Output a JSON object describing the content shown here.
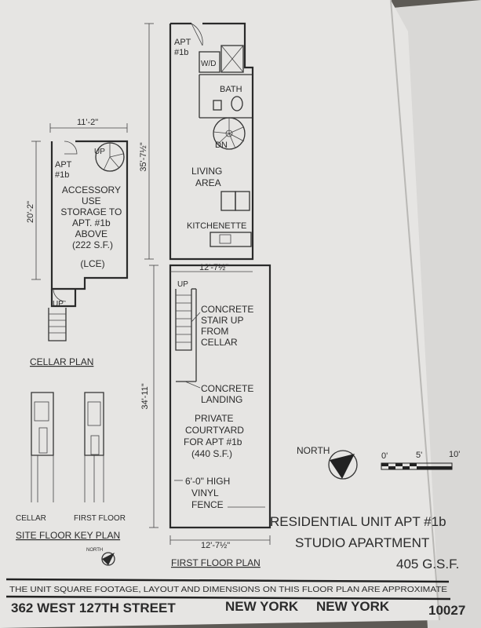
{
  "first_floor": {
    "apt": [
      "APT",
      "#1b"
    ],
    "wd": "W/D",
    "bath": "BATH",
    "dn": "DN",
    "living": [
      "LIVING",
      "AREA"
    ],
    "kitchenette": "KITCHENETTE",
    "height_dim": "35'-7½\"",
    "width_dim": "12'-7½\"",
    "up": "UP",
    "stair_note": [
      "CONCRETE",
      "STAIR UP",
      "FROM",
      "CELLAR"
    ],
    "landing_note": [
      "CONCRETE",
      "LANDING"
    ],
    "courtyard_note": [
      "PRIVATE",
      "COURTYARD",
      "FOR APT #1b",
      "(440 S.F.)"
    ],
    "courtyard_dim": "34'-11\"",
    "fence_note": [
      "6'-0\" HIGH",
      "VINYL",
      "FENCE"
    ],
    "bottom_width_dim": "12'-7½\"",
    "title": "FIRST FLOOR PLAN"
  },
  "cellar": {
    "width_dim": "11'-2\"",
    "height_dim": "20'-2\"",
    "up_top": "UP",
    "apt": [
      "APT",
      "#1b"
    ],
    "storage_note": [
      "ACCESSORY",
      "USE",
      "STORAGE TO",
      "APT. #1b",
      "ABOVE",
      "(222 S.F.)"
    ],
    "lce": "(LCE)",
    "up_bottom": "UP",
    "title": "CELLAR PLAN"
  },
  "key_plan": {
    "cellar_label": "CELLAR",
    "first_floor_label": "FIRST FLOOR",
    "title": "SITE FLOOR KEY PLAN",
    "north": "NORTH"
  },
  "legend": {
    "north": "NORTH",
    "scale": [
      "0'",
      "5'",
      "10'"
    ]
  },
  "unit_title": {
    "line1": "RESIDENTIAL UNIT APT #1b",
    "line2": "STUDIO APARTMENT",
    "line3": "405 G.S.F."
  },
  "disclaimer": "THE UNIT SQUARE FOOTAGE, LAYOUT AND DIMENSIONS ON THIS FLOOR PLAN ARE APPROXIMATE",
  "footer": {
    "street": "362 WEST 127TH STREET",
    "city": "NEW YORK",
    "state": "NEW YORK",
    "zip": "10027"
  },
  "colors": {
    "paper": "#e6e5e3",
    "ink": "#2b2b2b",
    "background": "#5d5a55"
  }
}
